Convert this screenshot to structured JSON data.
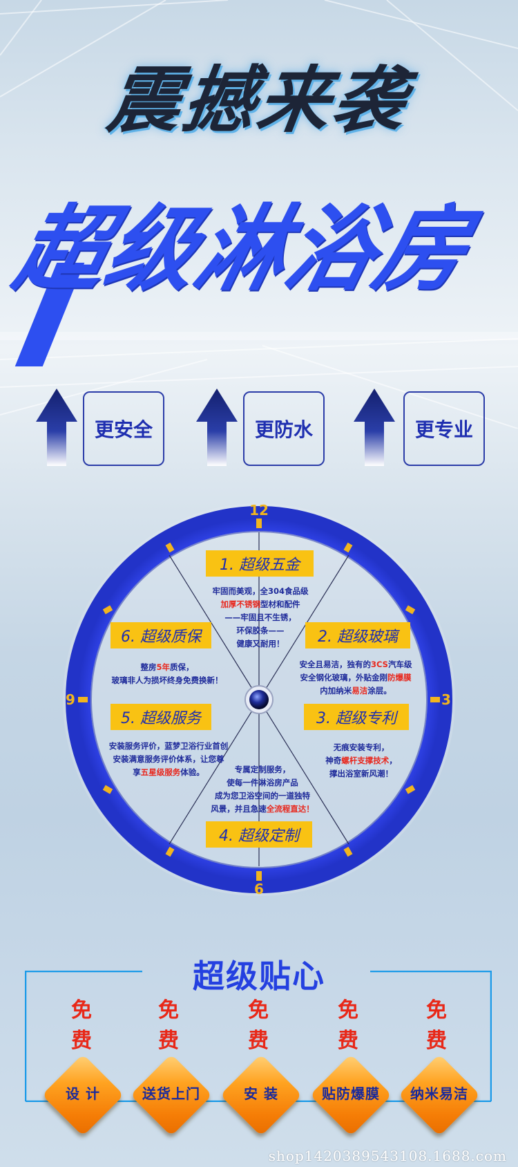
{
  "slogan": "震撼来袭",
  "headline": "超级淋浴房",
  "features": [
    {
      "label": "更安全"
    },
    {
      "label": "更防水"
    },
    {
      "label": "更专业"
    }
  ],
  "clock": {
    "numbers": {
      "twelve": "12",
      "three": "3",
      "six": "6",
      "nine": "9"
    }
  },
  "sections": [
    {
      "title": "1. 超级五金",
      "lines": [
        [
          "牢固而美观，全304食品级"
        ],
        [
          {
            "red": "加厚不锈钢"
          },
          "型材和配件"
        ],
        [
          "——牢固且不生锈，"
        ],
        [
          "环保胶条——"
        ],
        [
          "健康又耐用！"
        ]
      ]
    },
    {
      "title": "2. 超级玻璃",
      "lines": [
        [
          "安全且易洁，独有的",
          {
            "red": "3CS"
          },
          "汽车级"
        ],
        [
          "安全钢化玻璃，外贴金刚",
          {
            "red": "防爆膜"
          }
        ],
        [
          "内加纳米",
          {
            "red": "易洁"
          },
          "涂层。"
        ]
      ]
    },
    {
      "title": "3. 超级专利",
      "lines": [
        [
          "无痕安装专利，"
        ],
        [
          "神奇",
          {
            "red": "螺杆支撑技术"
          },
          "，"
        ],
        [
          "撑出浴室新风潮！"
        ]
      ]
    },
    {
      "title": "4. 超级定制",
      "lines": [
        [
          "专属定制服务，"
        ],
        [
          "使每一件淋浴房产品"
        ],
        [
          "成为您卫浴空间的一道独特"
        ],
        [
          "风景，并且急速",
          {
            "red": "全流程直达！"
          }
        ]
      ]
    },
    {
      "title": "5. 超级服务",
      "lines": [
        [
          "安装服务评价，蓝梦卫浴行业首创"
        ],
        [
          "安装满意服务评价体系，让您尊"
        ],
        [
          "享",
          {
            "red": "五星级服务"
          },
          "体验。"
        ]
      ]
    },
    {
      "title": "6. 超级质保",
      "lines": [
        [
          "整房",
          {
            "red": "5年"
          },
          "质保，"
        ],
        [
          "玻璃非人为损坏终身免费换新！"
        ]
      ]
    }
  ],
  "care": {
    "title": "超级贴心",
    "free_label": {
      "line1": "免",
      "line2": "费"
    },
    "items": [
      "设 计",
      "送货上门",
      "安 装",
      "贴防爆膜",
      "纳米易洁"
    ]
  },
  "watermark": "shop1420389543108.1688.com",
  "colors": {
    "brand_blue": "#2d4ff0",
    "ring_blue": "#3346f0",
    "label_yellow": "#f9c213",
    "accent_red": "#e8281e",
    "diamond_orange": "#f57d06"
  }
}
